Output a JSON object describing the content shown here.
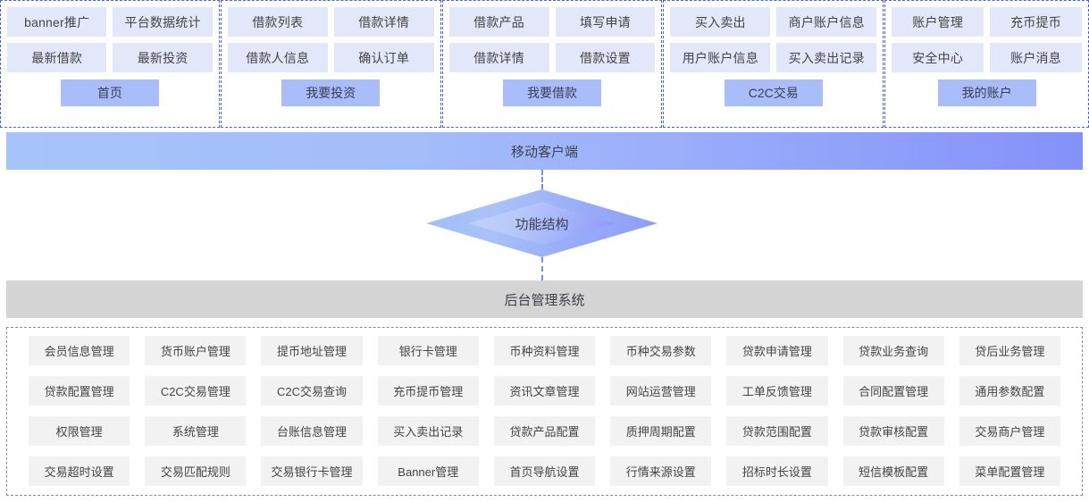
{
  "mobile_section": {
    "band_label": "移动客户端",
    "groups": [
      {
        "name": "首页",
        "leaves": [
          "banner推广",
          "平台数据统计",
          "最新借款",
          "最新投资"
        ]
      },
      {
        "name": "我要投资",
        "leaves": [
          "借款列表",
          "借款详情",
          "借款人信息",
          "确认订单"
        ]
      },
      {
        "name": "我要借款",
        "leaves": [
          "借款产品",
          "填写申请",
          "借款详情",
          "借款设置"
        ]
      },
      {
        "name": "C2C交易",
        "leaves": [
          "买入卖出",
          "商户账户信息",
          "用户账户信息",
          "买入卖出记录"
        ]
      },
      {
        "name": "我的账户",
        "leaves": [
          "账户管理",
          "充币提币",
          "安全中心",
          "账户消息"
        ]
      }
    ]
  },
  "center": {
    "label": "功能结构"
  },
  "admin_section": {
    "band_label": "后台管理系统",
    "cells": [
      "会员信息管理",
      "货币账户管理",
      "提币地址管理",
      "银行卡管理",
      "币种资料管理",
      "币种交易参数",
      "贷款申请管理",
      "贷款业务查询",
      "贷后业务管理",
      "贷款配置管理",
      "C2C交易管理",
      "C2C交易查询",
      "充币提币管理",
      "资讯文章管理",
      "网站运营管理",
      "工单反馈管理",
      "合同配置管理",
      "通用参数配置",
      "权限管理",
      "系统管理",
      "台账信息管理",
      "买入卖出记录",
      "贷款产品配置",
      "质押周期配置",
      "贷款范围配置",
      "贷款审核配置",
      "交易商户管理",
      "交易超时设置",
      "交易匹配规则",
      "交易银行卡管理",
      "Banner管理",
      "首页导航设置",
      "行情来源设置",
      "招标时长设置",
      "短信模板配置",
      "菜单配置管理"
    ]
  },
  "colors": {
    "leaf_bg": "#e3e7fa",
    "group_label_bg": "#aabdfb",
    "group_border": "#4a63d8",
    "band_mobile_from": "#a6c4f9",
    "band_mobile_to": "#8491fa",
    "band_admin_bg": "#d4d4d4",
    "admin_cell_bg": "#f2f2f2",
    "admin_border": "#8a8a8a",
    "text": "#444444"
  }
}
